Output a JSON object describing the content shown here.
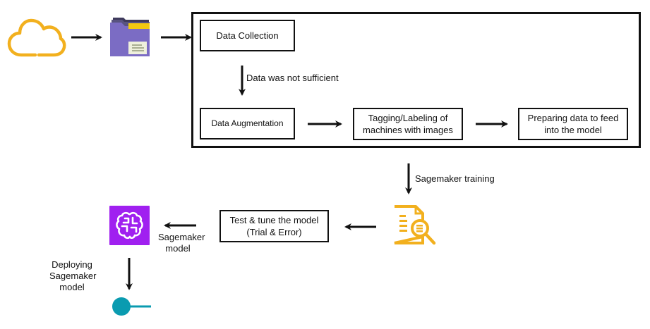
{
  "nodes": {
    "data_collection": "Data Collection",
    "data_augmentation": "Data Augmentation",
    "tagging": "Tagging/Labeling of machines with images",
    "preparing": "Preparing data to feed into the model",
    "test_tune_line1": "Test & tune the model",
    "test_tune_line2": "(Trial & Error)"
  },
  "edges": {
    "not_sufficient": "Data was not sufficient",
    "training": "Sagemaker training",
    "model_line1": "Sagemaker",
    "model_line2": "model",
    "deploy_line1": "Deploying",
    "deploy_line2": "Sagemaker",
    "deploy_line3": "model"
  },
  "icons": {
    "cloud": {
      "name": "cloud-icon",
      "color": "#F2B01E"
    },
    "folder": {
      "name": "folder-icon",
      "color": "#7B6CC4",
      "accent": "#F2C811"
    },
    "analysis": {
      "name": "document-search-icon",
      "color": "#F2B01E"
    },
    "sagemaker": {
      "name": "sagemaker-brain-icon",
      "color": "#A020F0"
    },
    "endpoint": {
      "name": "endpoint-icon",
      "color": "#0A9BB0"
    }
  }
}
